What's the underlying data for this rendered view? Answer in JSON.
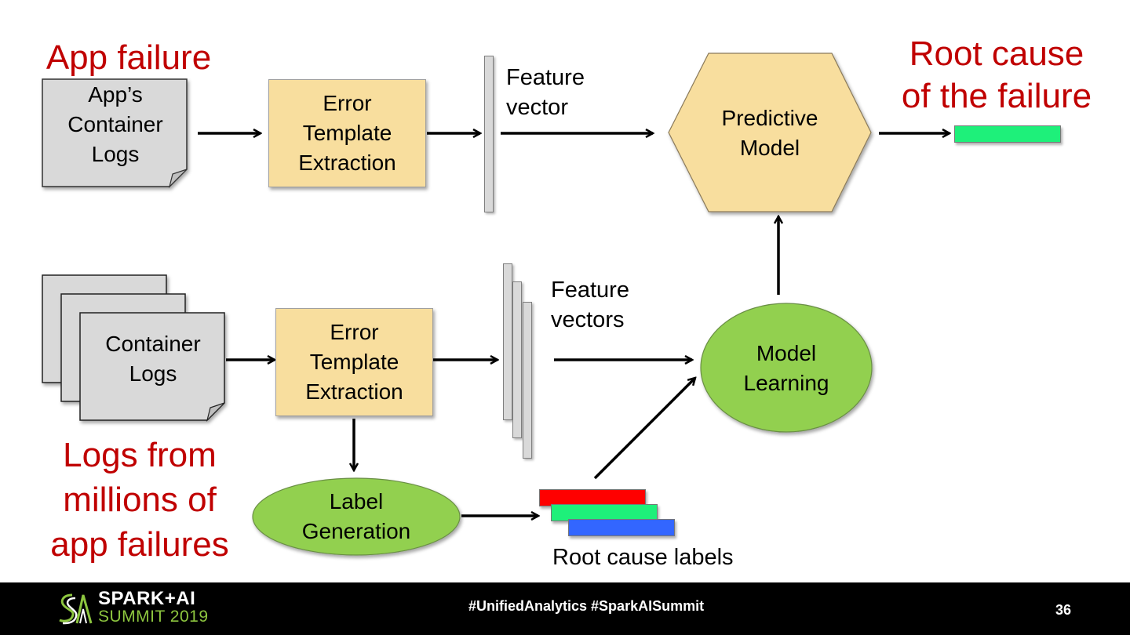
{
  "top_flow": {
    "title": "App failure",
    "input_doc": "App’s Container Logs",
    "input_doc_lines": [
      "App’s",
      "Container",
      "Logs"
    ],
    "extraction_lines": [
      "Error",
      "Template",
      "Extraction"
    ],
    "feature_label_lines": [
      "Feature",
      "vector"
    ],
    "model_lines": [
      "Predictive",
      "Model"
    ],
    "output_title_lines": [
      "Root cause",
      "of the failure"
    ],
    "output_bar_color": "#1ef07a"
  },
  "bottom_flow": {
    "input_doc_lines": [
      "Container",
      "Logs"
    ],
    "caption_lines": [
      "Logs from",
      "millions of",
      "app failures"
    ],
    "extraction_lines": [
      "Error",
      "Template",
      "Extraction"
    ],
    "feature_label_lines": [
      "Feature",
      "vectors"
    ],
    "learning_lines": [
      "Model",
      "Learning"
    ],
    "label_gen_lines": [
      "Label",
      "Generation"
    ],
    "labels_caption": "Root cause labels",
    "label_colors": [
      "#ff0000",
      "#1ef07a",
      "#3366ff"
    ]
  },
  "colors": {
    "title_red": "#c00000",
    "box_fill": "#f8de9e",
    "ellipse_fill": "#92d050",
    "doc_fill": "#d9d9d9"
  },
  "footer": {
    "logo_line1": "SPARK+AI",
    "logo_line2": "SUMMIT 2019",
    "hashtags": "#UnifiedAnalytics #SparkAISummit",
    "page_number": "36"
  }
}
